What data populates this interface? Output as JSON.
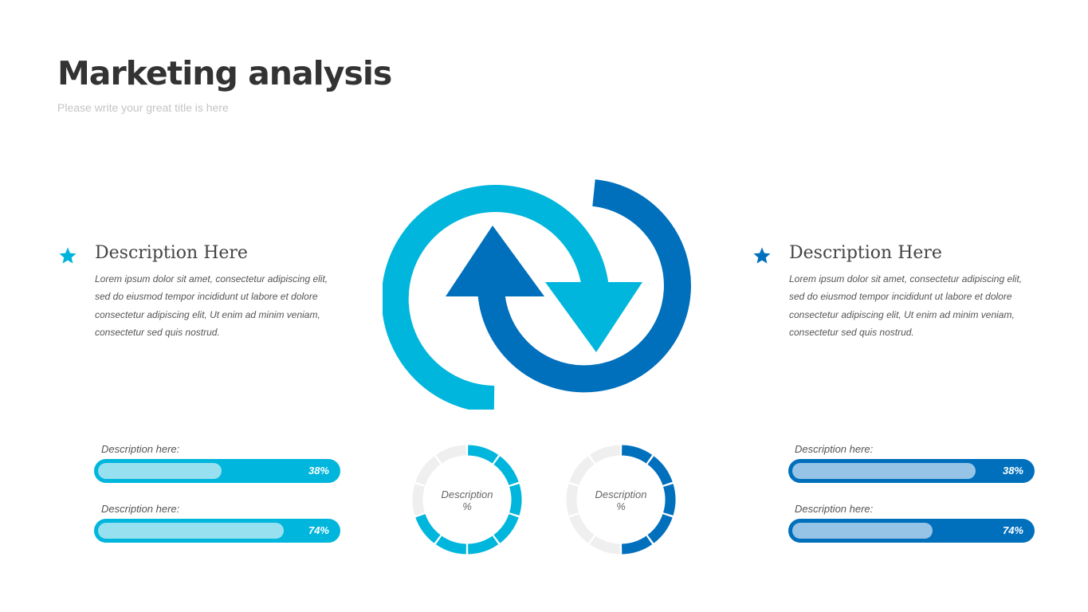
{
  "page": {
    "title": "Marketing analysis",
    "subtitle": "Please write your great title is here"
  },
  "colors": {
    "light_blue": "#00b6dc",
    "dark_blue": "#0070bd",
    "light_fill_a": "#97e0f0",
    "light_fill_b": "#96c4e6",
    "ring_gray": "#efefef",
    "star_left": "#00b3db",
    "star_right": "#0070bd"
  },
  "left_block": {
    "icon": "star-icon",
    "heading": "Description Here",
    "body": "Lorem  ipsum dolor sit amet, consectetur  adipiscing elit, sed do eiusmod tempor incididunt ut labore et dolore consectetur adipiscing elit, Ut enim ad minim veniam, consectetur  sed quis nostrud."
  },
  "right_block": {
    "icon": "star-icon",
    "heading": "Description Here",
    "body": "Lorem  ipsum dolor sit amet, consectetur  adipiscing elit, sed do eiusmod tempor incididunt ut labore et dolore consectetur adipiscing elit, Ut enim ad minim veniam, consectetur  sed quis nostrud."
  },
  "center_icon": "circular-arrows-icon",
  "left_bars": [
    {
      "label": "Description here:",
      "value_text": "38%",
      "fraction": 0.52
    },
    {
      "label": "Description here:",
      "value_text": "74%",
      "fraction": 0.78
    }
  ],
  "right_bars": [
    {
      "label": "Description here:",
      "value_text": "38%",
      "fraction": 0.77
    },
    {
      "label": "Description here:",
      "value_text": "74%",
      "fraction": 0.59
    }
  ],
  "donuts": [
    {
      "line1": "Description",
      "line2": "%",
      "filled_segments": 7,
      "total_segments": 10,
      "color": "#00b6dc"
    },
    {
      "line1": "Description",
      "line2": "%",
      "filled_segments": 5,
      "total_segments": 10,
      "color": "#0070bd"
    }
  ]
}
